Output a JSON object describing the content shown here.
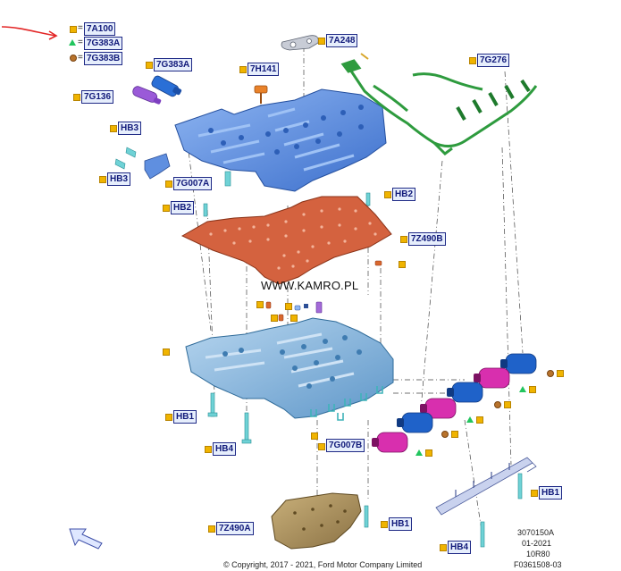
{
  "legend": [
    {
      "symbol": "square",
      "code": "7A100"
    },
    {
      "symbol": "triangle",
      "code": "7G383A"
    },
    {
      "symbol": "circle",
      "code": "7G383B"
    }
  ],
  "legend_equals": "=",
  "callouts": {
    "c7A248": "7A248",
    "c7G383A": "7G383A",
    "c7H141": "7H141",
    "c7G276": "7G276",
    "c7G136": "7G136",
    "cHB3a": "HB3",
    "cHB3b": "HB3",
    "c7G007A": "7G007A",
    "cHB2a": "HB2",
    "cHB2b": "HB2",
    "c7Z490B": "7Z490B",
    "cHB1a": "HB1",
    "cHB4a": "HB4",
    "c7G007B": "7G007B",
    "cHB1b": "HB1",
    "c7Z490A": "7Z490A",
    "cHB1c": "HB1",
    "cHB4b": "HB4"
  },
  "watermark": "WWW.KAMRO.PL",
  "copyright": "© Copyright, 2017 - 2021, Ford Motor Company Limited",
  "doc_codes": [
    "3070150A",
    "01-2021",
    "10R80",
    "F0361508-03"
  ],
  "colors": {
    "callout_border": "#1f2a86",
    "callout_fill": "#e6eefc",
    "valve_body": "#5d8fe0",
    "separator_plate": "#d4623f",
    "lower_body": "#7fb2dc",
    "harness": "#2e9b3e",
    "solenoid_magenta": "#d82fae",
    "solenoid_blue": "#1f62c9",
    "pan": "#a38a5a",
    "arrow": "#e32626"
  },
  "icons": [
    "red-arrow-icon",
    "nav-arrow-icon"
  ]
}
